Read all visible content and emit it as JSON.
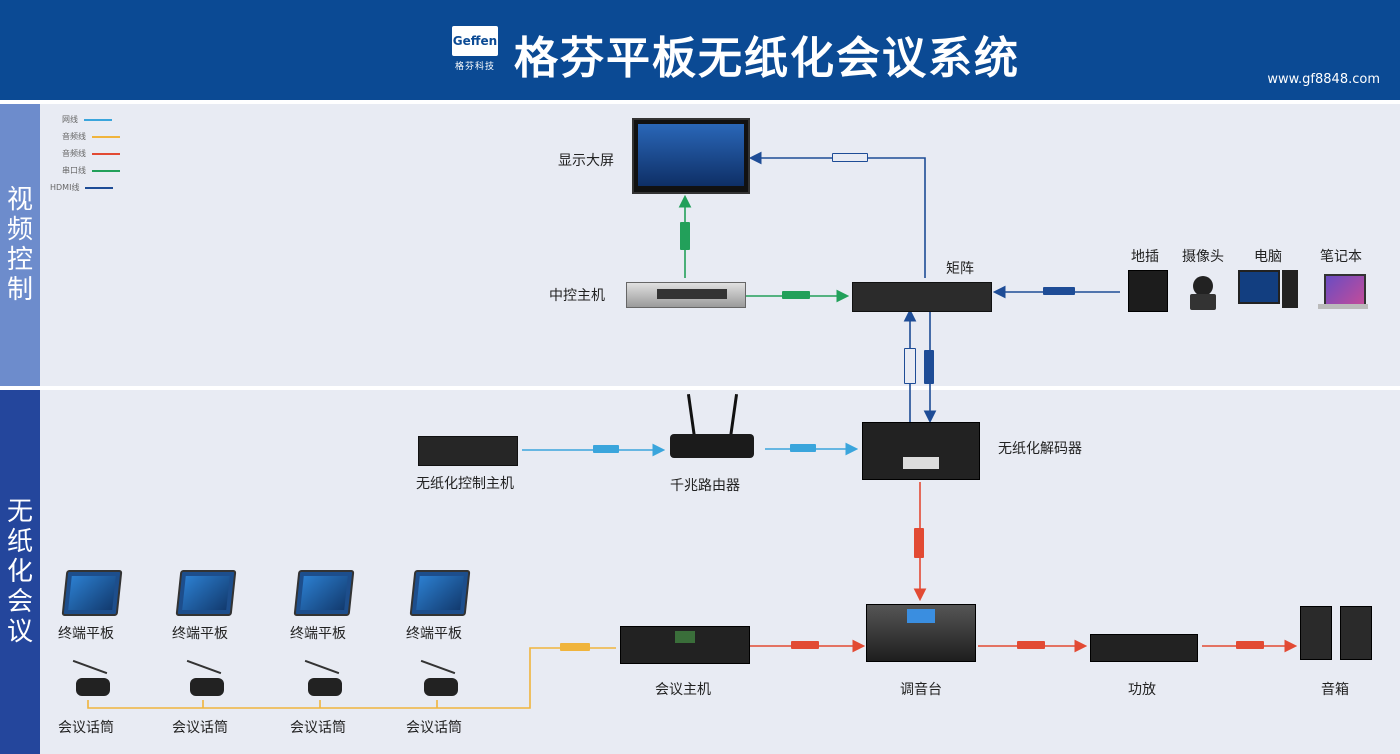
{
  "header": {
    "logo_text": "Geffen",
    "logo_sub": "格芬科技",
    "title": "格芬平板无纸化会议系统",
    "url": "www.gf8848.com"
  },
  "sections": {
    "video": "视频控制",
    "paperless": "无纸化会议"
  },
  "legend": [
    {
      "label": "网线",
      "color": "#3aa5dc"
    },
    {
      "label": "音频线",
      "color": "#f0b43c"
    },
    {
      "label": "音频线",
      "color": "#e24a33"
    },
    {
      "label": "串口线",
      "color": "#22a05a"
    },
    {
      "label": "HDMI线",
      "color": "#1e4c96"
    }
  ],
  "devices": {
    "display": "显示大屏",
    "central_control": "中控主机",
    "matrix": "矩阵",
    "floor_socket": "地插",
    "camera": "摄像头",
    "computer": "电脑",
    "laptop": "笔记本",
    "paperless_host": "无纸化控制主机",
    "router": "千兆路由器",
    "decoder": "无纸化解码器",
    "tablet": "终端平板",
    "mic": "会议话筒",
    "conference_host": "会议主机",
    "mixer": "调音台",
    "amplifier": "功放",
    "speaker": "音箱"
  },
  "colors": {
    "header": "#0b4a94",
    "band": "#e8ebf3",
    "side_video": "#6d8ccc",
    "side_paperless": "#24469c"
  }
}
